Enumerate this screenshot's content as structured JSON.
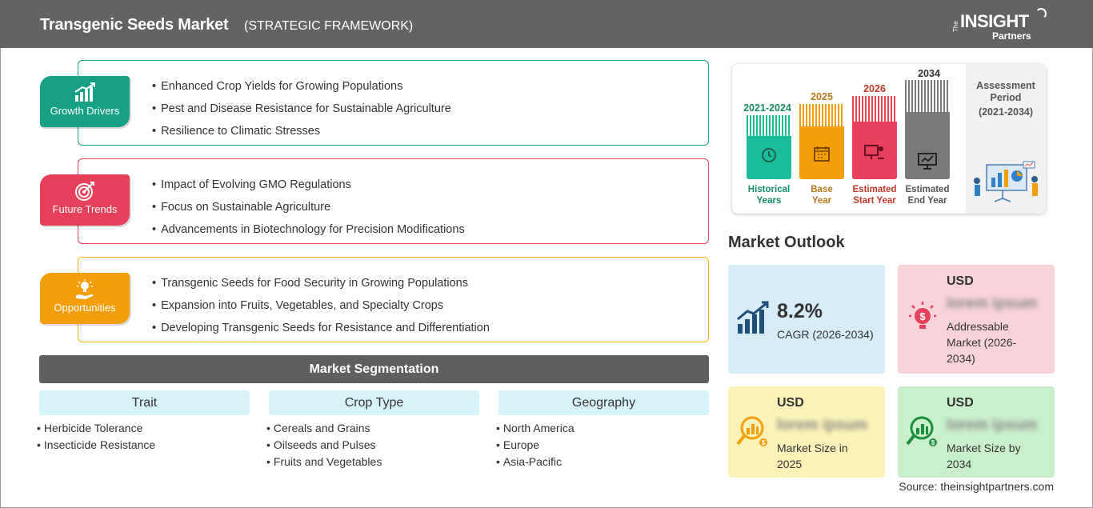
{
  "header": {
    "title": "Transgenic Seeds Market",
    "subtitle": "(STRATEGIC FRAMEWORK)",
    "logo": {
      "the": "The",
      "insight": "INSIGHT",
      "partners": "Partners"
    }
  },
  "framework": [
    {
      "label": "Growth Drivers",
      "color": "#16a085",
      "icon": "bar-chart-up-icon",
      "items": [
        "Enhanced Crop Yields for Growing Populations",
        "Pest and Disease Resistance for Sustainable Agriculture",
        "Resilience to Climatic Stresses"
      ]
    },
    {
      "label": "Future Trends",
      "color": "#e6405a",
      "icon": "target-icon",
      "items": [
        "Impact of Evolving GMO Regulations",
        "Focus on Sustainable Agriculture",
        "Advancements in Biotechnology for Precision Modifications"
      ]
    },
    {
      "label": "Opportunities",
      "color": "#f59e0b",
      "icon": "lightbulb-hand-icon",
      "items": [
        "Transgenic Seeds for Food Security in Growing Populations",
        "Expansion into Fruits, Vegetables, and Specialty Crops",
        "Developing Transgenic Seeds for Resistance and Differentiation"
      ]
    }
  ],
  "segmentation": {
    "title": "Market Segmentation",
    "columns": [
      {
        "heading": "Trait",
        "items": [
          "Herbicide Tolerance",
          "Insecticide Resistance"
        ]
      },
      {
        "heading": "Crop Type",
        "items": [
          "Cereals and Grains",
          "Oilseeds and Pulses",
          "Fruits and Vegetables"
        ]
      },
      {
        "heading": "Geography",
        "items": [
          "North America",
          "Europe",
          "Asia-Pacific"
        ]
      }
    ]
  },
  "timeline": {
    "assessment_label": "Assessment Period",
    "assessment_range": "(2021-2034)",
    "periods": [
      {
        "year": "2021-2024",
        "label_line1": "Historical",
        "label_line2": "Years",
        "color": "#1abc9c",
        "year_color": "#178a6a",
        "label_color": "#178a6a"
      },
      {
        "year": "2025",
        "label_line1": "Base",
        "label_line2": "Year",
        "color": "#f59e0b",
        "year_color": "#b7791f",
        "label_color": "#b7791f"
      },
      {
        "year": "2026",
        "label_line1": "Estimated",
        "label_line2": "Start Year",
        "color": "#e6405a",
        "year_color": "#c0392b",
        "label_color": "#c0392b"
      },
      {
        "year": "2034",
        "label_line1": "Estimated",
        "label_line2": "End Year",
        "color": "#7a7a7a",
        "year_color": "#333333",
        "label_color": "#555555"
      }
    ]
  },
  "outlook": {
    "title": "Market Outlook",
    "cagr": {
      "value": "8.2%",
      "label": "CAGR (2026-2034)",
      "color": "#d6ecf7"
    },
    "addressable": {
      "usd": "USD",
      "value": "lorem ipsum",
      "line1": "Addressable",
      "line2": "Market (2026-",
      "line3": "2034)",
      "color": "#f9d3da"
    },
    "size2025": {
      "usd": "USD",
      "value": "lorem ipsum",
      "line1": "Market Size in",
      "line2": "2025",
      "color": "#fbf2b8"
    },
    "size2034": {
      "usd": "USD",
      "value": "lorem ipsum",
      "line1": "Market Size by",
      "line2": "2034",
      "color": "#c9f0cb"
    }
  },
  "source": "Source: theinsightpartners.com"
}
